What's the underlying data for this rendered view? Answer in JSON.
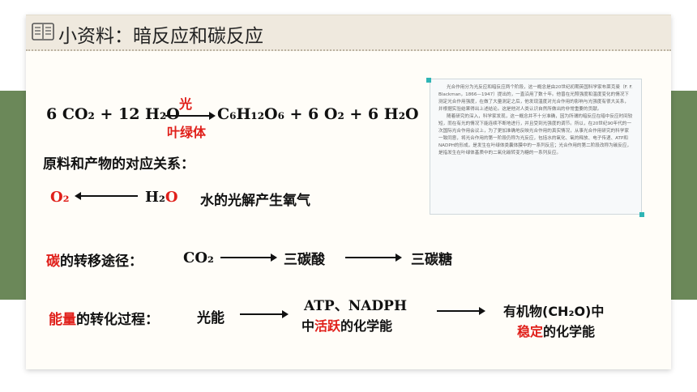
{
  "header": {
    "title": "小资料：暗反应和碳反应"
  },
  "equation": {
    "reactants": "6 CO₂ + 12 H₂O",
    "above_arrow": "光",
    "below_arrow": "叶绿体",
    "products": "C₆H₁₂O₆ + 6 O₂ +  6 H₂O"
  },
  "relation_title": "原料和产物的对应关系：",
  "oxygen": {
    "o2": "O₂",
    "h2o_h": "H₂",
    "h2o_o": "O",
    "note": "水的光解产生氧气"
  },
  "carbon": {
    "label_red": "碳",
    "label_rest": "的转移途径：",
    "step1": "CO₂",
    "step2": "三碳酸",
    "step3": "三碳糖"
  },
  "energy": {
    "label_red": "能量",
    "label_rest": "的转化过程：",
    "step1": "光能",
    "step2_line1": "ATP、NADPH",
    "step2_line2_a": "中",
    "step2_line2_red": "活跃",
    "step2_line2_b": "的化学能",
    "step3_line1": "有机物(CH₂O)中",
    "step3_line2_red": "稳定",
    "step3_line2_b": "的化学能"
  },
  "sidebar_note": {
    "paragraphs": [
      "光合作用分为光反应和暗反应两个阶段，这一概念是由20世纪初期英国科学家布莱克曼（F. F. Blackman，1866—1947）提出的，一直沿用了数十年。他曾在光照强度和温度变化的情况下测定光合作用强度，在做了大量测定之后，他发现温度对光合作用的影响与光强度有很大关系，并根据实验结果得出上述结论。这是他对人类认识自然所做出的非常重要的贡献。",
      "随着研究的深入，科学家发现，这一概念并不十分准确，因为所谓的暗反应在暗中反应时间较短，而在有光的情况下能连续不断地进行，并且受到光强度的调节。所以，在20世纪90年代的一次国际光合作用会议上，为了更加准确地反映光合作用的真实情况，从事光合作用研究的科学家一致同意，将光合作用的第一阶段仍称为光反应，包括水的氧化、氧的释放、电子传递、ATP和NADPH的形成，是发生在叶绿体类囊体膜中的一系列反应；光合作用的第二阶段改称为碳反应，是指发生在叶绿体基质中的二氧化碳转变为糖的一系列反应。"
    ]
  },
  "colors": {
    "accent_red": "#e0201b",
    "band_green": "#6b8859",
    "header_bg": "#efe9de",
    "corner_teal": "#2fb5b5"
  }
}
